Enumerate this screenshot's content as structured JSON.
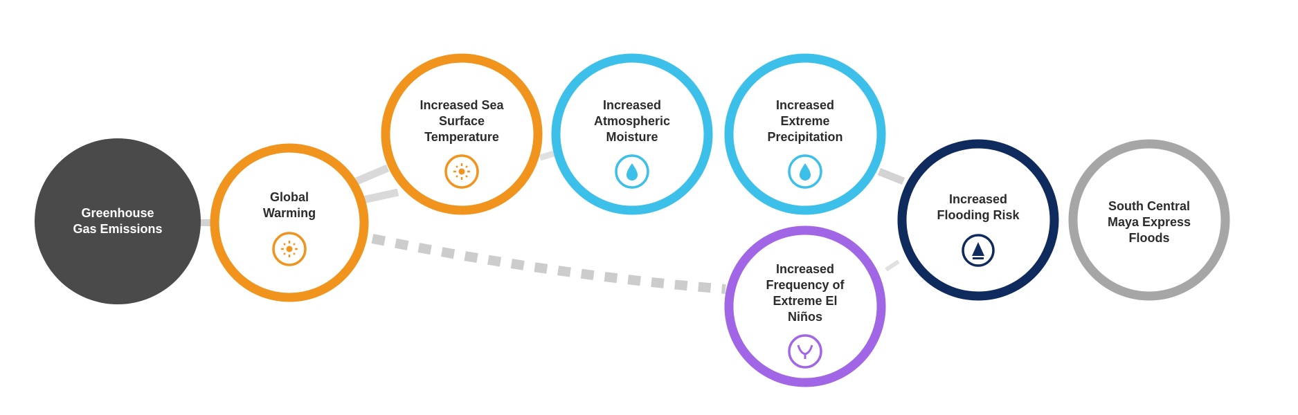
{
  "colors": {
    "dark": "#4a4a4a",
    "orange": "#f0941e",
    "cyan": "#3cc0ea",
    "purple": "#a066e6",
    "navy": "#0f2a5c",
    "gray": "#a6a6a6",
    "connector": "#d3d3d3",
    "text": "#2b2b2b",
    "white_text": "#ffffff"
  },
  "nodes": {
    "greenhouse": {
      "line1": "Greenhouse",
      "line2": "Gas Emissions"
    },
    "global_warming": {
      "line1": "Global",
      "line2": "Warming",
      "icon": "sun-icon"
    },
    "sea_surface": {
      "line1": "Increased Sea",
      "line2": "Surface",
      "line3": "Temperature",
      "icon": "sun-icon"
    },
    "atmospheric": {
      "line1": "Increased",
      "line2": "Atmospheric",
      "line3": "Moisture",
      "icon": "water-drop-icon"
    },
    "precipitation": {
      "line1": "Increased",
      "line2": "Extreme",
      "line3": "Precipitation",
      "icon": "water-drop-icon"
    },
    "el_ninos": {
      "line1": "Increased",
      "line2": "Frequency of",
      "line3": "Extreme El",
      "line4": "Niños",
      "icon": "el-nino-icon"
    },
    "flooding": {
      "line1": "Increased",
      "line2": "Flooding Risk",
      "icon": "flood-warning-icon"
    },
    "floods": {
      "line1": "South Central",
      "line2": "Maya Express",
      "line3": "Floods"
    }
  }
}
